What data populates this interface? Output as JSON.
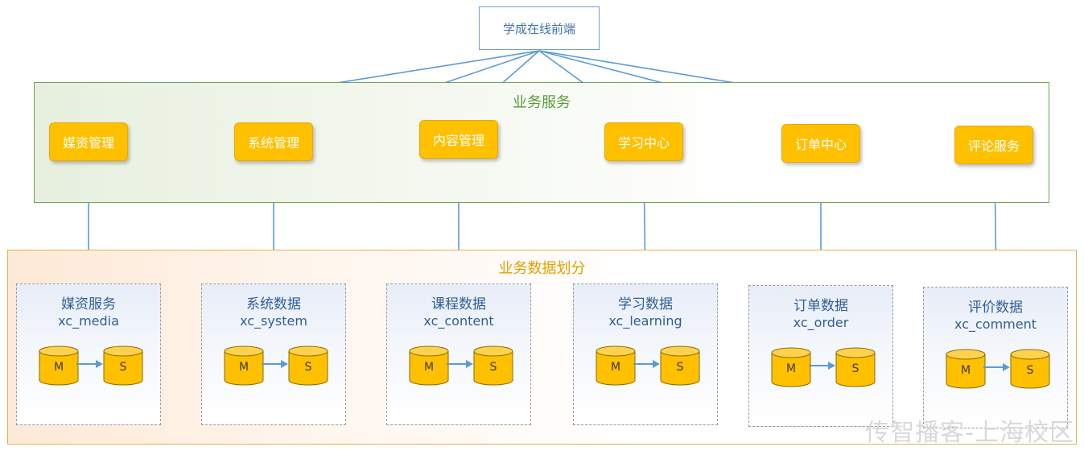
{
  "frontend": {
    "label": "学成在线前端"
  },
  "service_group": {
    "title": "业务服务"
  },
  "data_group": {
    "title": "业务数据划分"
  },
  "services": [
    {
      "label": "媒资管理"
    },
    {
      "label": "系统管理"
    },
    {
      "label": "内容管理"
    },
    {
      "label": "学习中心"
    },
    {
      "label": "订单中心"
    },
    {
      "label": "评论服务"
    }
  ],
  "data_panels": [
    {
      "title": "媒资服务",
      "db": "xc_media"
    },
    {
      "title": "系统数据",
      "db": "xc_system"
    },
    {
      "title": "课程数据",
      "db": "xc_content"
    },
    {
      "title": "学习数据",
      "db": "xc_learning"
    },
    {
      "title": "订单数据",
      "db": "xc_order"
    },
    {
      "title": "评价数据",
      "db": "xc_comment"
    }
  ],
  "replica": {
    "master": "M",
    "slave": "S"
  },
  "watermark": "传智播客-上海校区",
  "colors": {
    "service_fill": "#ffc000",
    "connector": "#5b9bd5",
    "service_group_border": "#71a354",
    "data_group_border": "#e4b24c"
  }
}
